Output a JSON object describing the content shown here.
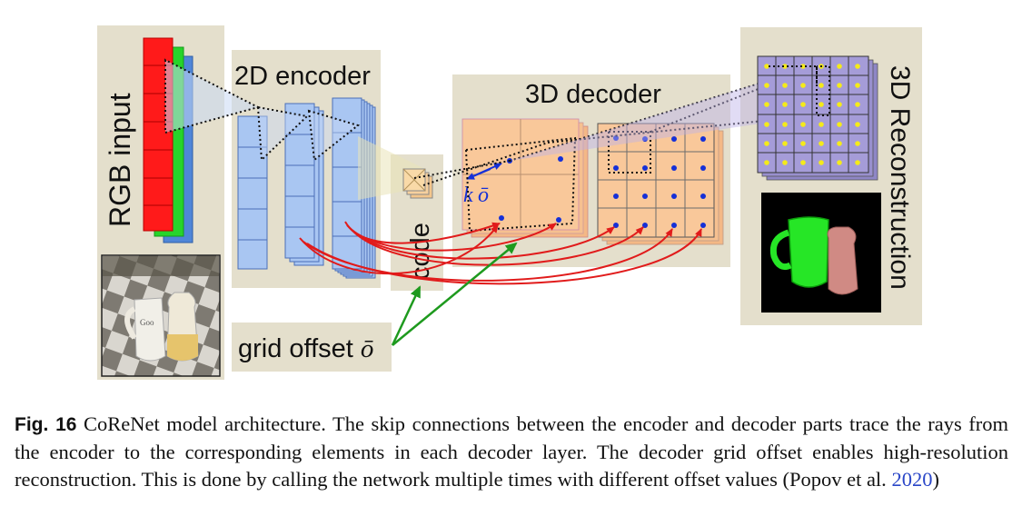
{
  "labels": {
    "rgb_input": "RGB input",
    "encoder": "2D encoder",
    "decoder": "3D decoder",
    "reconstruction": "3D Reconstruction",
    "code": "code",
    "grid_offset": "grid offset ",
    "grid_offset_symbol": "ō",
    "k_symbol": "k",
    "o_symbol": "ō",
    "mug_text": "Goo"
  },
  "caption": {
    "label": "Fig. 16",
    "text": " CoReNet model architecture. The skip connections between the encoder and decoder parts trace the rays from the encoder to the corresponding elements in each decoder layer. The decoder grid offset enables high-resolution reconstruction. This is done by calling the network multiple times with different offset values (Popov et al. ",
    "citation": "2020",
    "closing": ")"
  },
  "colors": {
    "panel_bg": "#e4dfcc",
    "rgb_red": "#ff1a1a",
    "rgb_green": "#27d42b",
    "rgb_blue": "#4f86d8",
    "encoder_blue": "#a9c6f2",
    "decoder_orange": "#f9c89a",
    "recon_purple": "#a59cd8",
    "skip_arrow": "#e11b1b",
    "offset_arrow": "#1e9a1e",
    "decoder_dot": "#1530d8",
    "recon_dot": "#f4ea1a"
  }
}
